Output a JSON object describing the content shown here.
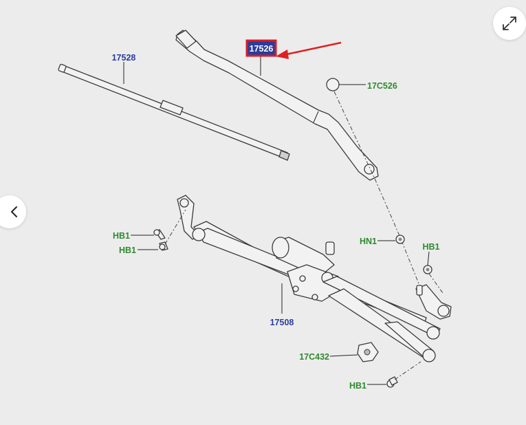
{
  "diagram": {
    "labels": {
      "wiper_blade": "17528",
      "wiper_arm": "17526",
      "arm_nut_cap": "17C526",
      "wiper_motor_linkage": "17508",
      "hb1_upper": "HB1",
      "hb1_mid": "HB1",
      "hn1": "HN1",
      "hb1_right": "HB1",
      "grommet": "17C432",
      "hb1_bottom": "HB1"
    },
    "highlight_color": "#d81d25",
    "highlight_fill": "#2a3c9c",
    "arrow_color": "#e02020",
    "blue_label_color": "#2a3c9c",
    "green_label_color": "#2e8a2e"
  },
  "controls": {
    "expand_icon": "expand-diagonal-arrows-icon",
    "prev_icon": "chevron-left-icon"
  }
}
